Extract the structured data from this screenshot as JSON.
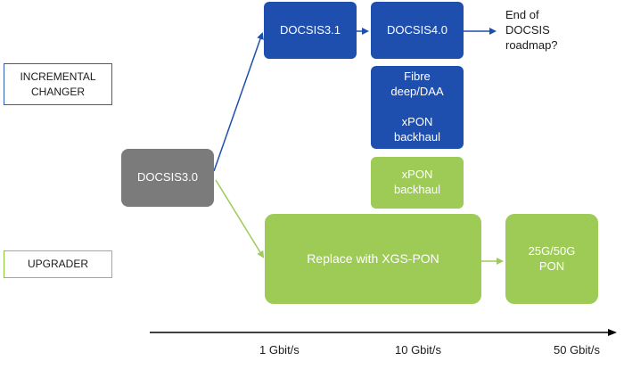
{
  "labels": {
    "incremental": "INCREMENTAL\nCHANGER",
    "upgrader": "UPGRADER"
  },
  "nodes": {
    "docsis30": "DOCSIS3.0",
    "docsis31": "DOCSIS3.1",
    "docsis40": "DOCSIS4.0",
    "fibre_xpon": "Fibre\ndeep/DAA\n\nxPON\nbackhaul",
    "xpon_backhaul": "xPON\nbackhaul",
    "xgs_pon": "Replace with XGS-PON",
    "pon_25_50": "25G/50G\nPON"
  },
  "end_note": "End of\nDOCSIS\nroadmap?",
  "axis": {
    "ticks": [
      "1 Gbit/s",
      "10 Gbit/s",
      "50 Gbit/s"
    ]
  },
  "colors": {
    "blue": "#1f4fae",
    "green": "#9dcb56",
    "grey": "#7b7b7b",
    "label_border_blue": "#2f5fb5",
    "label_border_green": "#8cc63f"
  }
}
